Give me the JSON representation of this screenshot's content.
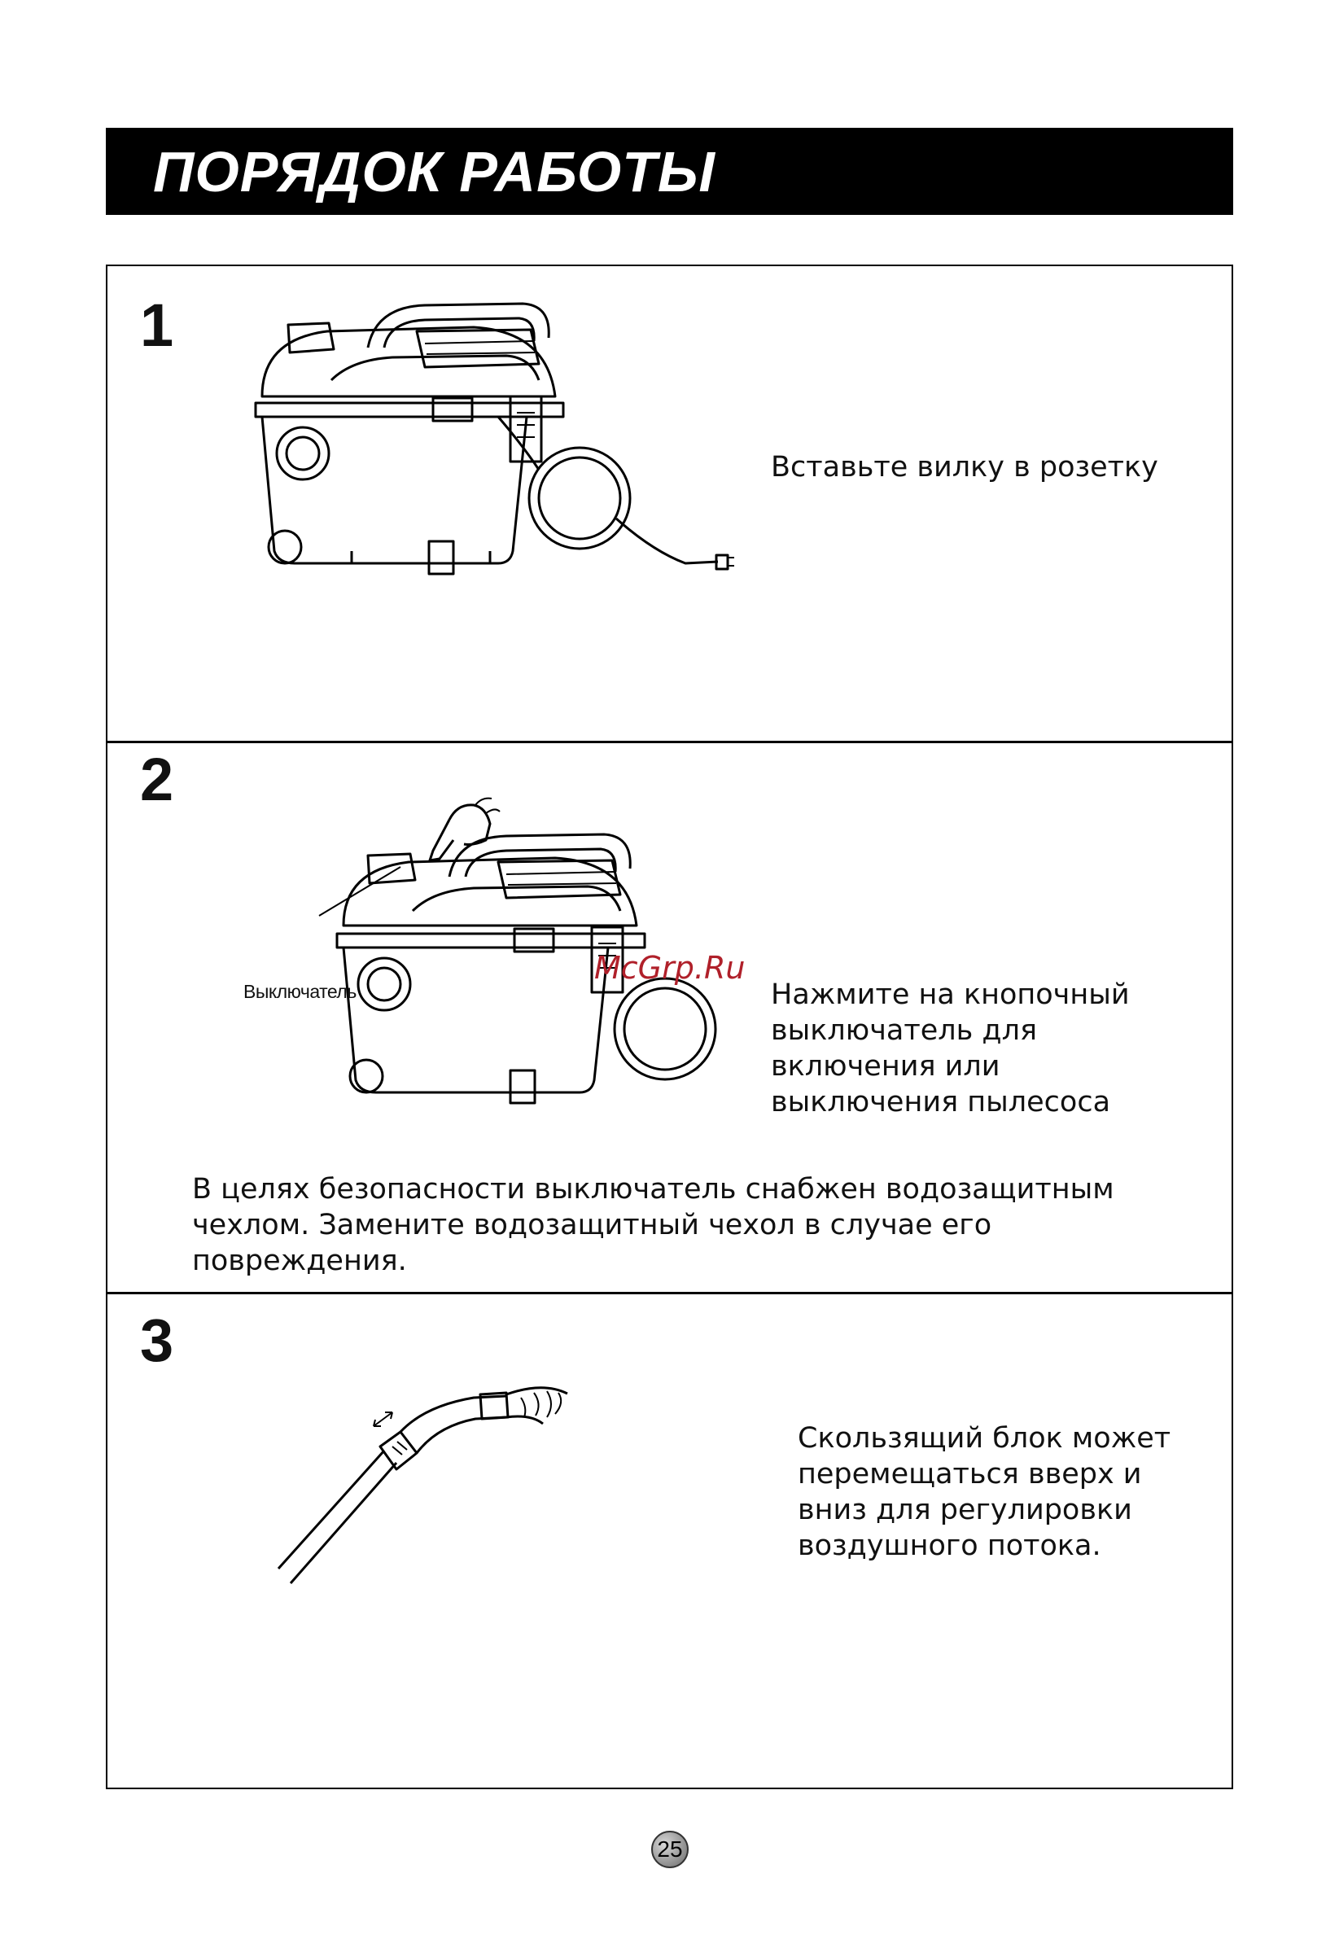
{
  "header": {
    "title": "ПОРЯДОК РАБОТЫ"
  },
  "steps": [
    {
      "number": "1",
      "text": "Вставьте вилку в розетку"
    },
    {
      "number": "2",
      "callout": "Выключатель",
      "lines": [
        "Нажмите на кнопочный",
        "выключатель для",
        "включения или",
        "выключения пылесоса"
      ],
      "note": "В целях безопасности выключатель снабжен водозащитным чехлом. Замените водозащитный чехол в случае его повреждения."
    },
    {
      "number": "3",
      "lines": [
        "Скользящий блок может",
        "перемещаться вверх и",
        "вниз для регулировки",
        "воздушного потока."
      ]
    }
  ],
  "watermark": "McGrp.Ru",
  "page_number": "25"
}
